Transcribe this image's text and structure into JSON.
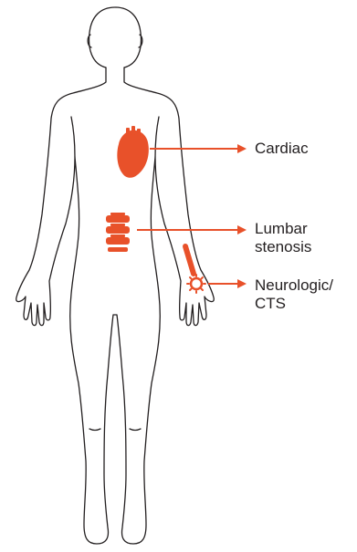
{
  "colors": {
    "accent": "#e8512a",
    "outline": "#231f20",
    "background": "#ffffff"
  },
  "figure": {
    "outline_name": "human-body-outline",
    "callouts": [
      {
        "id": "cardiac",
        "icon": "heart-icon",
        "lines": [
          "Cardiac"
        ]
      },
      {
        "id": "lumbar",
        "icon": "spine-icon",
        "lines": [
          "Lumbar",
          "stenosis"
        ]
      },
      {
        "id": "neuro",
        "icon": "wrist-nerve-icon",
        "lines": [
          "Neurologic/",
          "CTS"
        ]
      }
    ]
  }
}
